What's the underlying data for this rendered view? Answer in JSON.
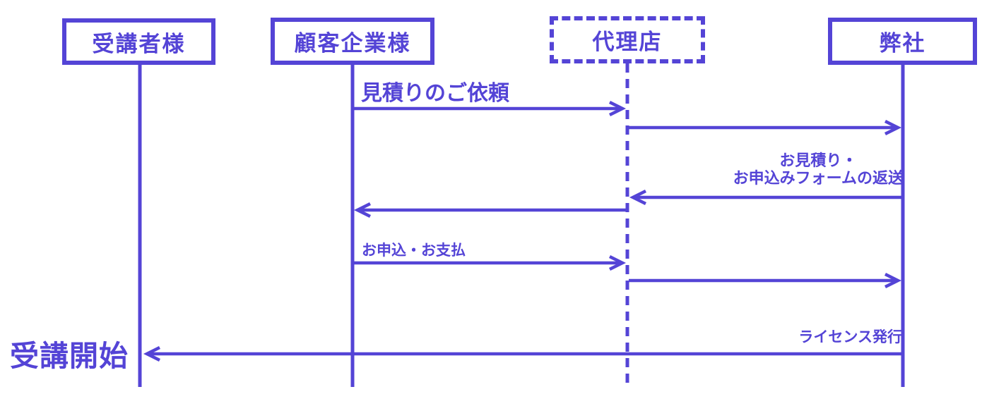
{
  "diagram": {
    "type": "sequence-diagram",
    "accent_color": "#5444d6",
    "background_color": "#ffffff"
  },
  "actors": [
    {
      "id": "student",
      "label": "受講者様",
      "border": "solid"
    },
    {
      "id": "customer",
      "label": "顧客企業様",
      "border": "solid"
    },
    {
      "id": "agency",
      "label": "代理店",
      "border": "dashed"
    },
    {
      "id": "company",
      "label": "弊社",
      "border": "solid"
    }
  ],
  "messages": [
    {
      "from": "顧客企業様",
      "to": "代理店",
      "label": "見積りのご依頼"
    },
    {
      "from": "代理店",
      "to": "弊社",
      "label": ""
    },
    {
      "from": "弊社",
      "to": "代理店",
      "label_lines": [
        "お見積り・",
        "お申込みフォームの返送"
      ]
    },
    {
      "from": "代理店",
      "to": "顧客企業様",
      "label": ""
    },
    {
      "from": "顧客企業様",
      "to": "代理店",
      "label": "お申込・お支払"
    },
    {
      "from": "代理店",
      "to": "弊社",
      "label": ""
    },
    {
      "from": "弊社",
      "to": "受講者様",
      "label": "ライセンス発行"
    }
  ],
  "annotations": [
    {
      "id": "start",
      "label": "受講開始"
    }
  ]
}
